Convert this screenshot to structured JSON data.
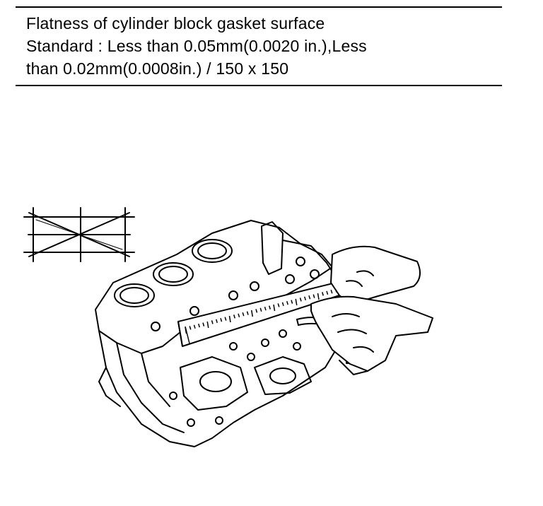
{
  "spec": {
    "line1": "Flatness of cylinder block gasket surface",
    "line2": "Standard : Less than 0.05mm(0.0020 in.),Less",
    "line3": "than 0.02mm(0.0008in.) / 150 x 150"
  },
  "illustration": {
    "diagram_icon": "measurement-pattern-icon",
    "main_figure": "cylinder-block-with-straight-edge-illustration"
  }
}
